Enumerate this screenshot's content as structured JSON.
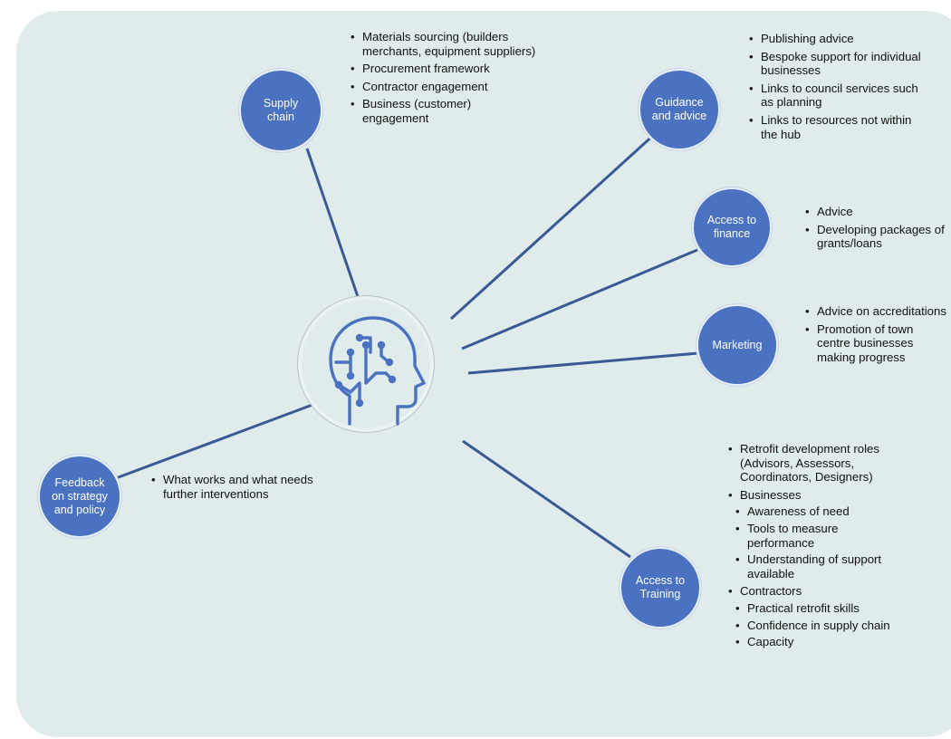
{
  "hub": {
    "icon": "head-circuit-icon"
  },
  "nodes": [
    {
      "id": "supply",
      "label": "Supply\nchain",
      "items": [
        {
          "text": "Materials sourcing (builders merchants, equipment suppliers)"
        },
        {
          "text": "Procurement framework"
        },
        {
          "text": "Contractor engagement"
        },
        {
          "text": "Business (customer) engagement"
        }
      ]
    },
    {
      "id": "guidance",
      "label": "Guidance\nand advice",
      "items": [
        {
          "text": "Publishing advice"
        },
        {
          "text": "Bespoke support for individual businesses"
        },
        {
          "text": "Links to council services such as planning"
        },
        {
          "text": "Links to resources not within the hub"
        }
      ]
    },
    {
      "id": "finance",
      "label": "Access to\nfinance",
      "items": [
        {
          "text": "Advice"
        },
        {
          "text": "Developing packages of grants/loans"
        }
      ]
    },
    {
      "id": "marketing",
      "label": "Marketing",
      "items": [
        {
          "text": "Advice on accreditations"
        },
        {
          "text": "Promotion of town centre businesses making progress"
        }
      ]
    },
    {
      "id": "training",
      "label": "Access to\nTraining",
      "items": [
        {
          "text": "Retrofit development roles (Advisors, Assessors, Coordinators, Designers)"
        },
        {
          "text": "Businesses",
          "children": [
            {
              "text": "Awareness of need"
            },
            {
              "text": "Tools to measure performance"
            },
            {
              "text": "Understanding of support available"
            }
          ]
        },
        {
          "text": "Contractors",
          "children": [
            {
              "text": "Practical retrofit skills"
            },
            {
              "text": "Confidence in supply chain"
            },
            {
              "text": "Capacity"
            }
          ]
        }
      ]
    },
    {
      "id": "feedback",
      "label": "Feedback\non strategy\nand policy",
      "items": [
        {
          "text": "What works and what needs further interventions"
        }
      ]
    }
  ]
}
